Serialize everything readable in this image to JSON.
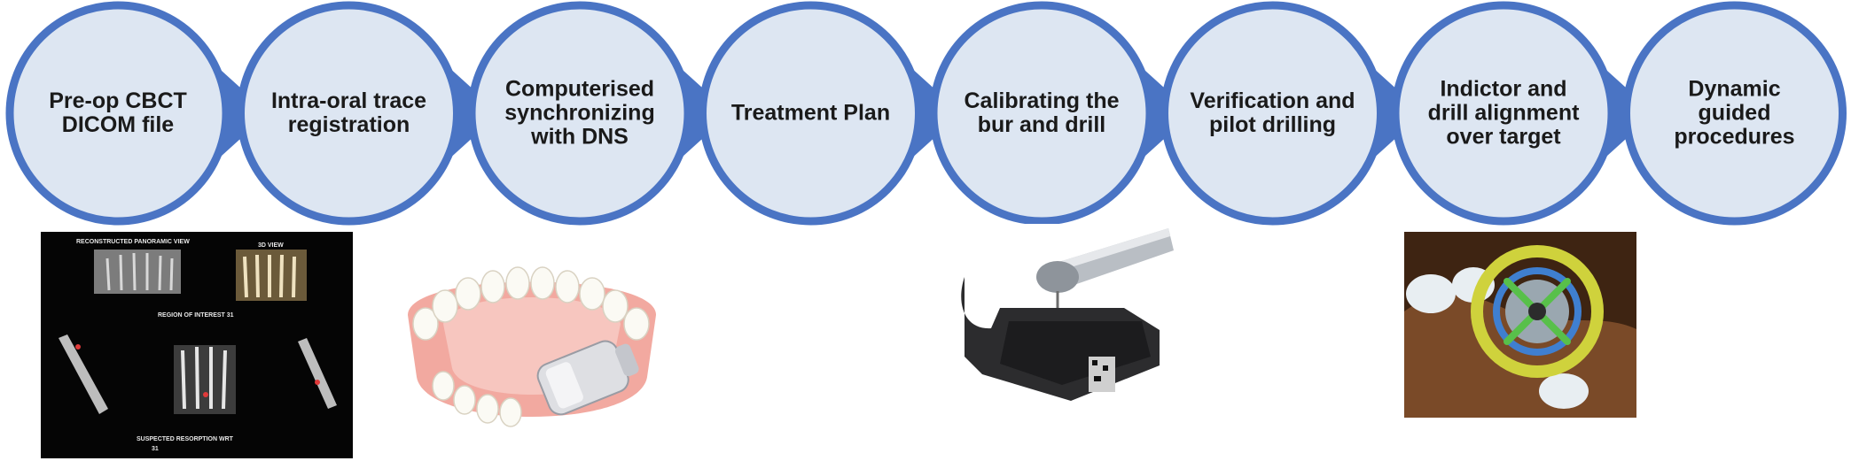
{
  "colors": {
    "circle_fill": "#dde6f2",
    "circle_stroke": "#4a74c4",
    "arrow": "#4a74c4",
    "text": "#1a1a1a"
  },
  "steps": [
    {
      "label": "Pre-op CBCT DICOM file"
    },
    {
      "label": "Intra-oral trace registration"
    },
    {
      "label": "Computerised synchronizing with DNS"
    },
    {
      "label": "Treatment Plan"
    },
    {
      "label": "Calibrating the bur and drill"
    },
    {
      "label": "Verification and pilot drilling"
    },
    {
      "label": "Indictor and drill alignment over target"
    },
    {
      "label": "Dynamic guided procedures"
    }
  ],
  "images": {
    "cbct": {
      "icon": "cbct-scan-image",
      "title_top": "RECONSTRUCTED PANORAMIC VIEW",
      "title_3d": "3D VIEW",
      "region": "REGION OF INTEREST 31",
      "caption_line1": "SUSPECTED RESORPTION WRT",
      "caption_line2": "31"
    },
    "tracer": {
      "icon": "dental-arch-tracer-image"
    },
    "calibrator": {
      "icon": "handpiece-calibrator-image"
    },
    "navigation": {
      "icon": "navigation-target-image"
    }
  }
}
